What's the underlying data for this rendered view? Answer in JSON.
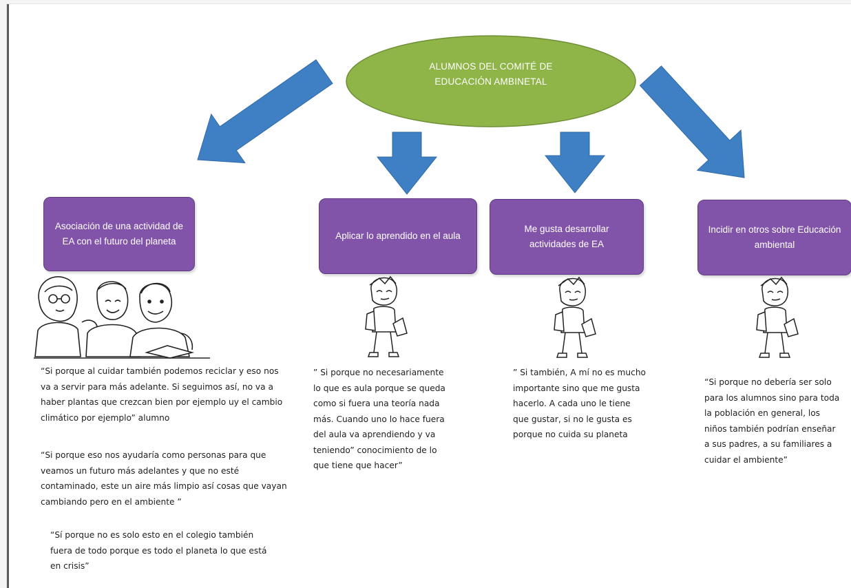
{
  "center_node": {
    "line1": "ALUMNOS DEL COMITÉ DE",
    "line2": "EDUCACIÓN AMBINETAL",
    "fill_color": "#8fb548"
  },
  "categories": [
    {
      "label": "Asociación de una actividad de EA con el futuro del planeta"
    },
    {
      "label": "Aplicar lo aprendido en el aula"
    },
    {
      "label": "Me gusta desarrollar actividades de EA"
    },
    {
      "label": "Incidir en otros sobre Educación ambiental"
    }
  ],
  "box_color": "#8154a9",
  "arrow_color": "#3f7fc4",
  "quotes": {
    "col1": [
      "“Si porque al cuidar también podemos reciclar y eso nos va a servir para más adelante. Si seguimos así, no va a haber plantas que crezcan bien por ejemplo uy el cambio climático por ejemplo” alumno",
      "“Si porque eso nos ayudaría como personas para que veamos un futuro más adelantes y que no esté contaminado, este un aire más limpio así cosas que vayan cambiando pero en el ambiente ”",
      "“Sí porque no es solo esto en el colegio también fuera de todo porque es todo el planeta lo que está en crisis”"
    ],
    "col2": "” Si porque no necesariamente lo que es aula porque se queda como si fuera una teoría nada más. Cuando uno lo hace fuera del aula va aprendiendo y va teniendo” conocimiento de lo que tiene que hacer”",
    "col3": "” Si también, A mí no es mucho importante sino que me gusta hacerlo. A cada uno le tiene que gustar, si no le gusta es porque no cuida su planeta",
    "col4": "“Si porque no debería ser solo para los alumnos sino para toda la población en general, los niños también podrían enseñar a sus padres, a su familiares a cuidar el ambiente”"
  }
}
